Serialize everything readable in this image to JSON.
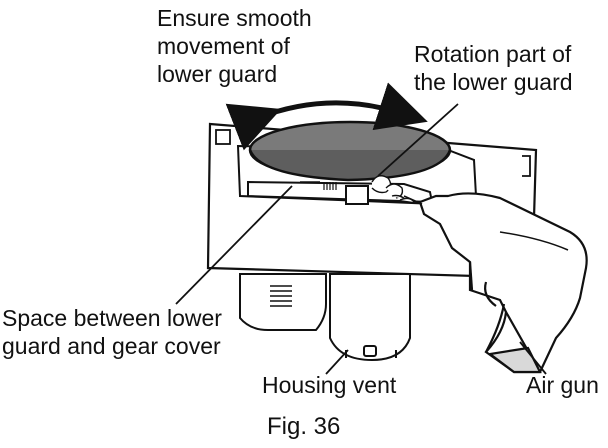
{
  "labels": {
    "smooth_movement": [
      "Ensure smooth",
      "movement of",
      "lower guard"
    ],
    "rotation_part": [
      "Rotation part of",
      "the lower guard"
    ],
    "space_between": [
      "Space between lower",
      "guard and gear cover"
    ],
    "housing_vent": "Housing vent",
    "air_gun": "Air gun"
  },
  "caption": "Fig. 36",
  "colors": {
    "line": "#111111",
    "fill": "#ffffff",
    "guard_shade": "#7a7a7a",
    "grip_shade": "#d9d9d9"
  }
}
